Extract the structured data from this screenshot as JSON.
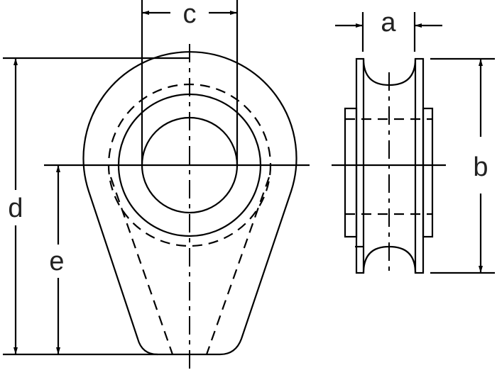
{
  "labels": {
    "a": "a",
    "b": "b",
    "c": "c",
    "d": "d",
    "e": "e"
  },
  "colors": {
    "line": "#000000",
    "background": "#ffffff"
  }
}
